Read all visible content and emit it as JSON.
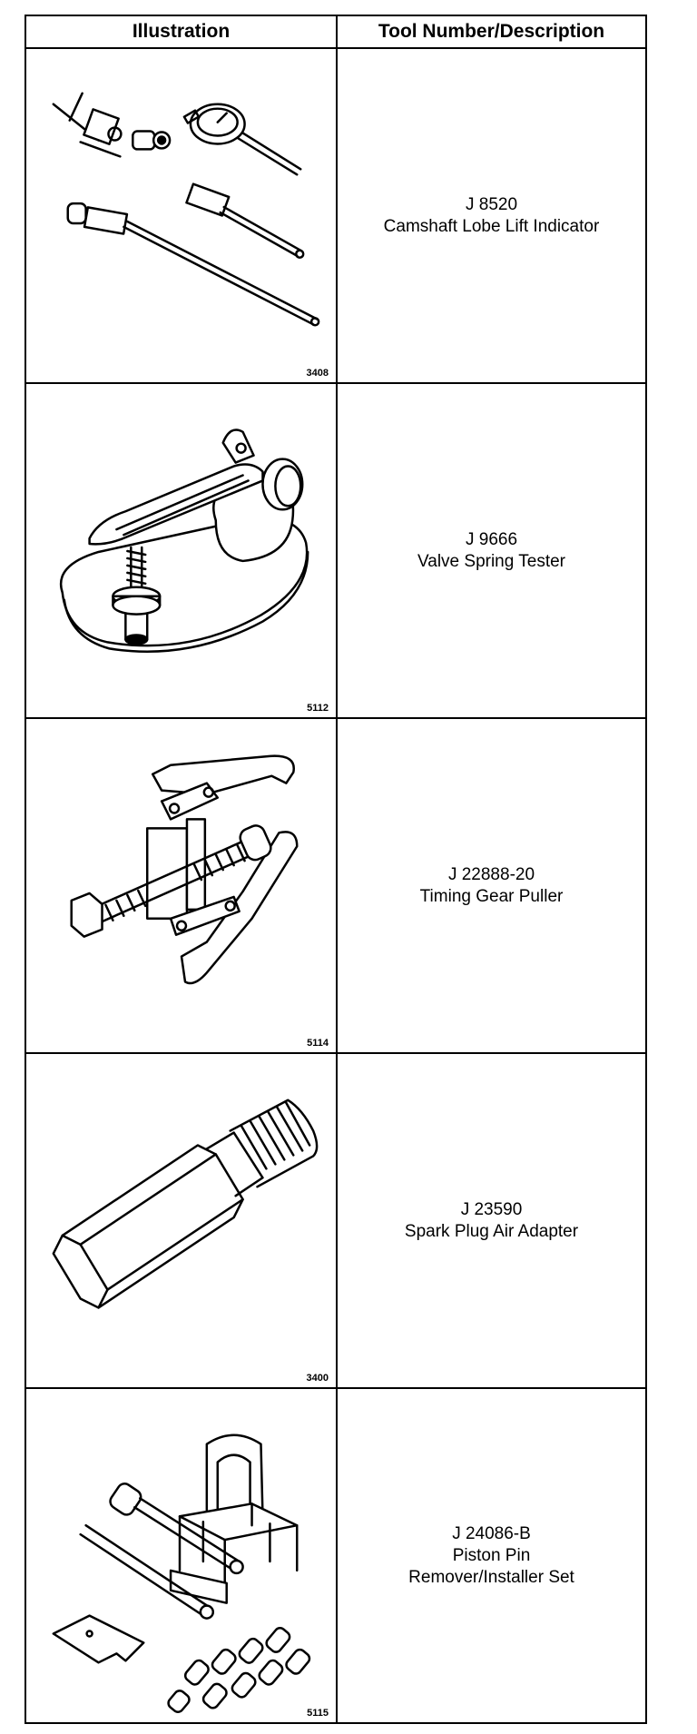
{
  "header": {
    "col1": "Illustration",
    "col2": "Tool Number/Description"
  },
  "rows": [
    {
      "figure": "3408",
      "number": "J 8520",
      "desc1": "Camshaft Lobe Lift Indicator",
      "desc2": "",
      "icon": "camshaft-lobe-lift-indicator-icon"
    },
    {
      "figure": "5112",
      "number": "J 9666",
      "desc1": "Valve Spring Tester",
      "desc2": "",
      "icon": "valve-spring-tester-icon"
    },
    {
      "figure": "5114",
      "number": "J 22888-20",
      "desc1": "Timing Gear Puller",
      "desc2": "",
      "icon": "timing-gear-puller-icon"
    },
    {
      "figure": "3400",
      "number": "J 23590",
      "desc1": "Spark Plug Air Adapter",
      "desc2": "",
      "icon": "spark-plug-air-adapter-icon"
    },
    {
      "figure": "5115",
      "number": "J 24086-B",
      "desc1": "Piston Pin",
      "desc2": "Remover/Installer Set",
      "icon": "piston-pin-remover-installer-set-icon"
    }
  ]
}
